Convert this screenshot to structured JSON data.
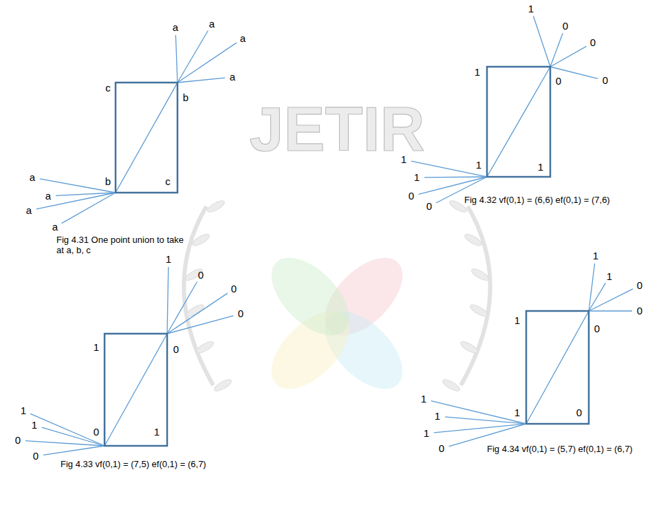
{
  "diagram": {
    "labels": [
      "a",
      "a",
      "a",
      "a",
      "c",
      "b",
      "b",
      "c",
      "a",
      "a",
      "a",
      "a",
      "Fig 4.31 One point union to take at a, b, c",
      "1",
      "0",
      "0",
      "0",
      "1",
      "0",
      "1",
      "1",
      "1",
      "1",
      "0",
      "0",
      "Fig 4.32 vf(0,1) = (6,6) ef(0,1) = (7,6)",
      "1",
      "0",
      "0",
      "0",
      "1",
      "0",
      "0",
      "1",
      "1",
      "1",
      "0",
      "0",
      "Fig 4.33 vf(0,1) = (7,5) ef(0,1) = (6,7)",
      "1",
      "1",
      "0",
      "0",
      "1",
      "0",
      "1",
      "0",
      "1",
      "1",
      "1",
      "0",
      "Fig 4.34 vf(0,1) = (5,7) ef(0,1) = (6,7)",
      "JETIR"
    ]
  }
}
